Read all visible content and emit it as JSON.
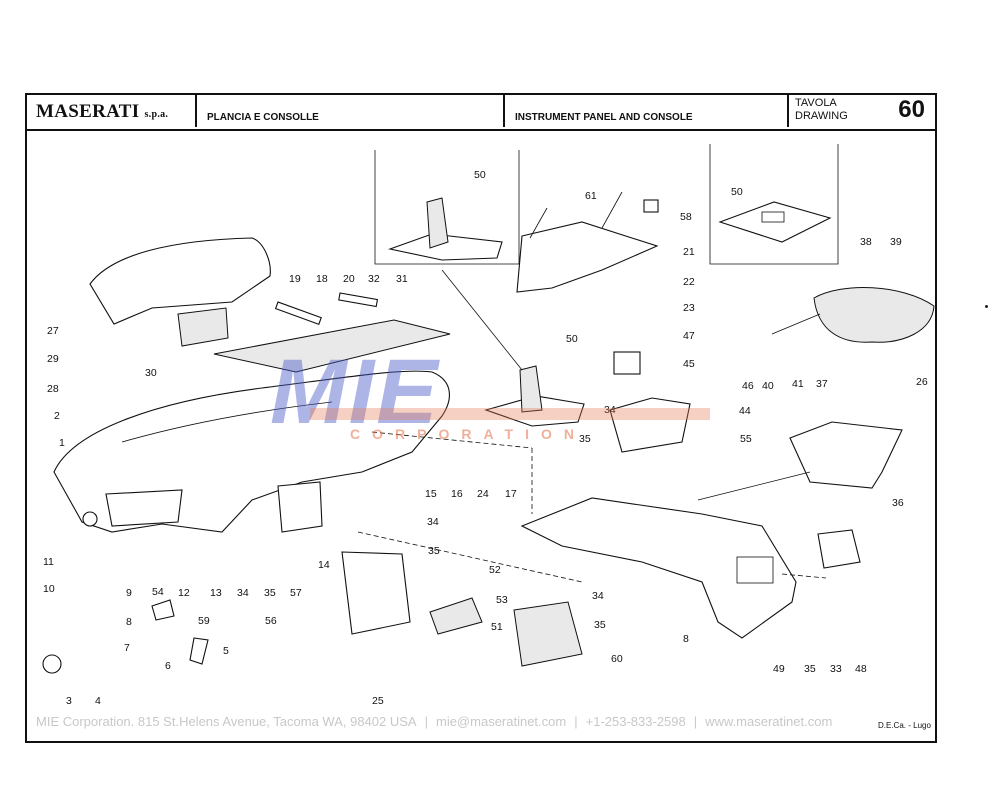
{
  "header": {
    "brand": "MASERATI",
    "brand_suffix": "s.p.a.",
    "title_it": "PLANCIA E CONSOLLE",
    "title_en": "INSTRUMENT PANEL AND CONSOLE",
    "tavola_label": "TAVOLA",
    "drawing_label": "DRAWING",
    "drawing_number": "60"
  },
  "watermark": {
    "logo_text": "MIE",
    "sub_text": "CORPORATION"
  },
  "footer": {
    "address": "MIE Corporation. 815 St.Helens Avenue, Tacoma WA, 98402 USA",
    "email": "mie@maseratinet.com",
    "phone": "+1-253-833-2598",
    "website": "www.maseratinet.com",
    "separator": "|",
    "credit": "D.E.Ca. - Lugo"
  },
  "callouts": [
    {
      "label": "50"
    },
    {
      "label": "61"
    },
    {
      "label": "58"
    },
    {
      "label": "50"
    },
    {
      "label": "21"
    },
    {
      "label": "22"
    },
    {
      "label": "23"
    },
    {
      "label": "38"
    },
    {
      "label": "39"
    },
    {
      "label": "19"
    },
    {
      "label": "18"
    },
    {
      "label": "20"
    },
    {
      "label": "32"
    },
    {
      "label": "31"
    },
    {
      "label": "27"
    },
    {
      "label": "29"
    },
    {
      "label": "28"
    },
    {
      "label": "30"
    },
    {
      "label": "50"
    },
    {
      "label": "47"
    },
    {
      "label": "45"
    },
    {
      "label": "46"
    },
    {
      "label": "40"
    },
    {
      "label": "41"
    },
    {
      "label": "37"
    },
    {
      "label": "26"
    },
    {
      "label": "44"
    },
    {
      "label": "2"
    },
    {
      "label": "1"
    },
    {
      "label": "35"
    },
    {
      "label": "34"
    },
    {
      "label": "55"
    },
    {
      "label": "15"
    },
    {
      "label": "16"
    },
    {
      "label": "24"
    },
    {
      "label": "17"
    },
    {
      "label": "36"
    },
    {
      "label": "34"
    },
    {
      "label": "35"
    },
    {
      "label": "14"
    },
    {
      "label": "11"
    },
    {
      "label": "10"
    },
    {
      "label": "9"
    },
    {
      "label": "54"
    },
    {
      "label": "12"
    },
    {
      "label": "13"
    },
    {
      "label": "34"
    },
    {
      "label": "35"
    },
    {
      "label": "57"
    },
    {
      "label": "52"
    },
    {
      "label": "53"
    },
    {
      "label": "34"
    },
    {
      "label": "35"
    },
    {
      "label": "8"
    },
    {
      "label": "51"
    },
    {
      "label": "8"
    },
    {
      "label": "59"
    },
    {
      "label": "56"
    },
    {
      "label": "7"
    },
    {
      "label": "6"
    },
    {
      "label": "5"
    },
    {
      "label": "60"
    },
    {
      "label": "49"
    },
    {
      "label": "35"
    },
    {
      "label": "33"
    },
    {
      "label": "48"
    },
    {
      "label": "3"
    },
    {
      "label": "4"
    },
    {
      "label": "25"
    }
  ]
}
